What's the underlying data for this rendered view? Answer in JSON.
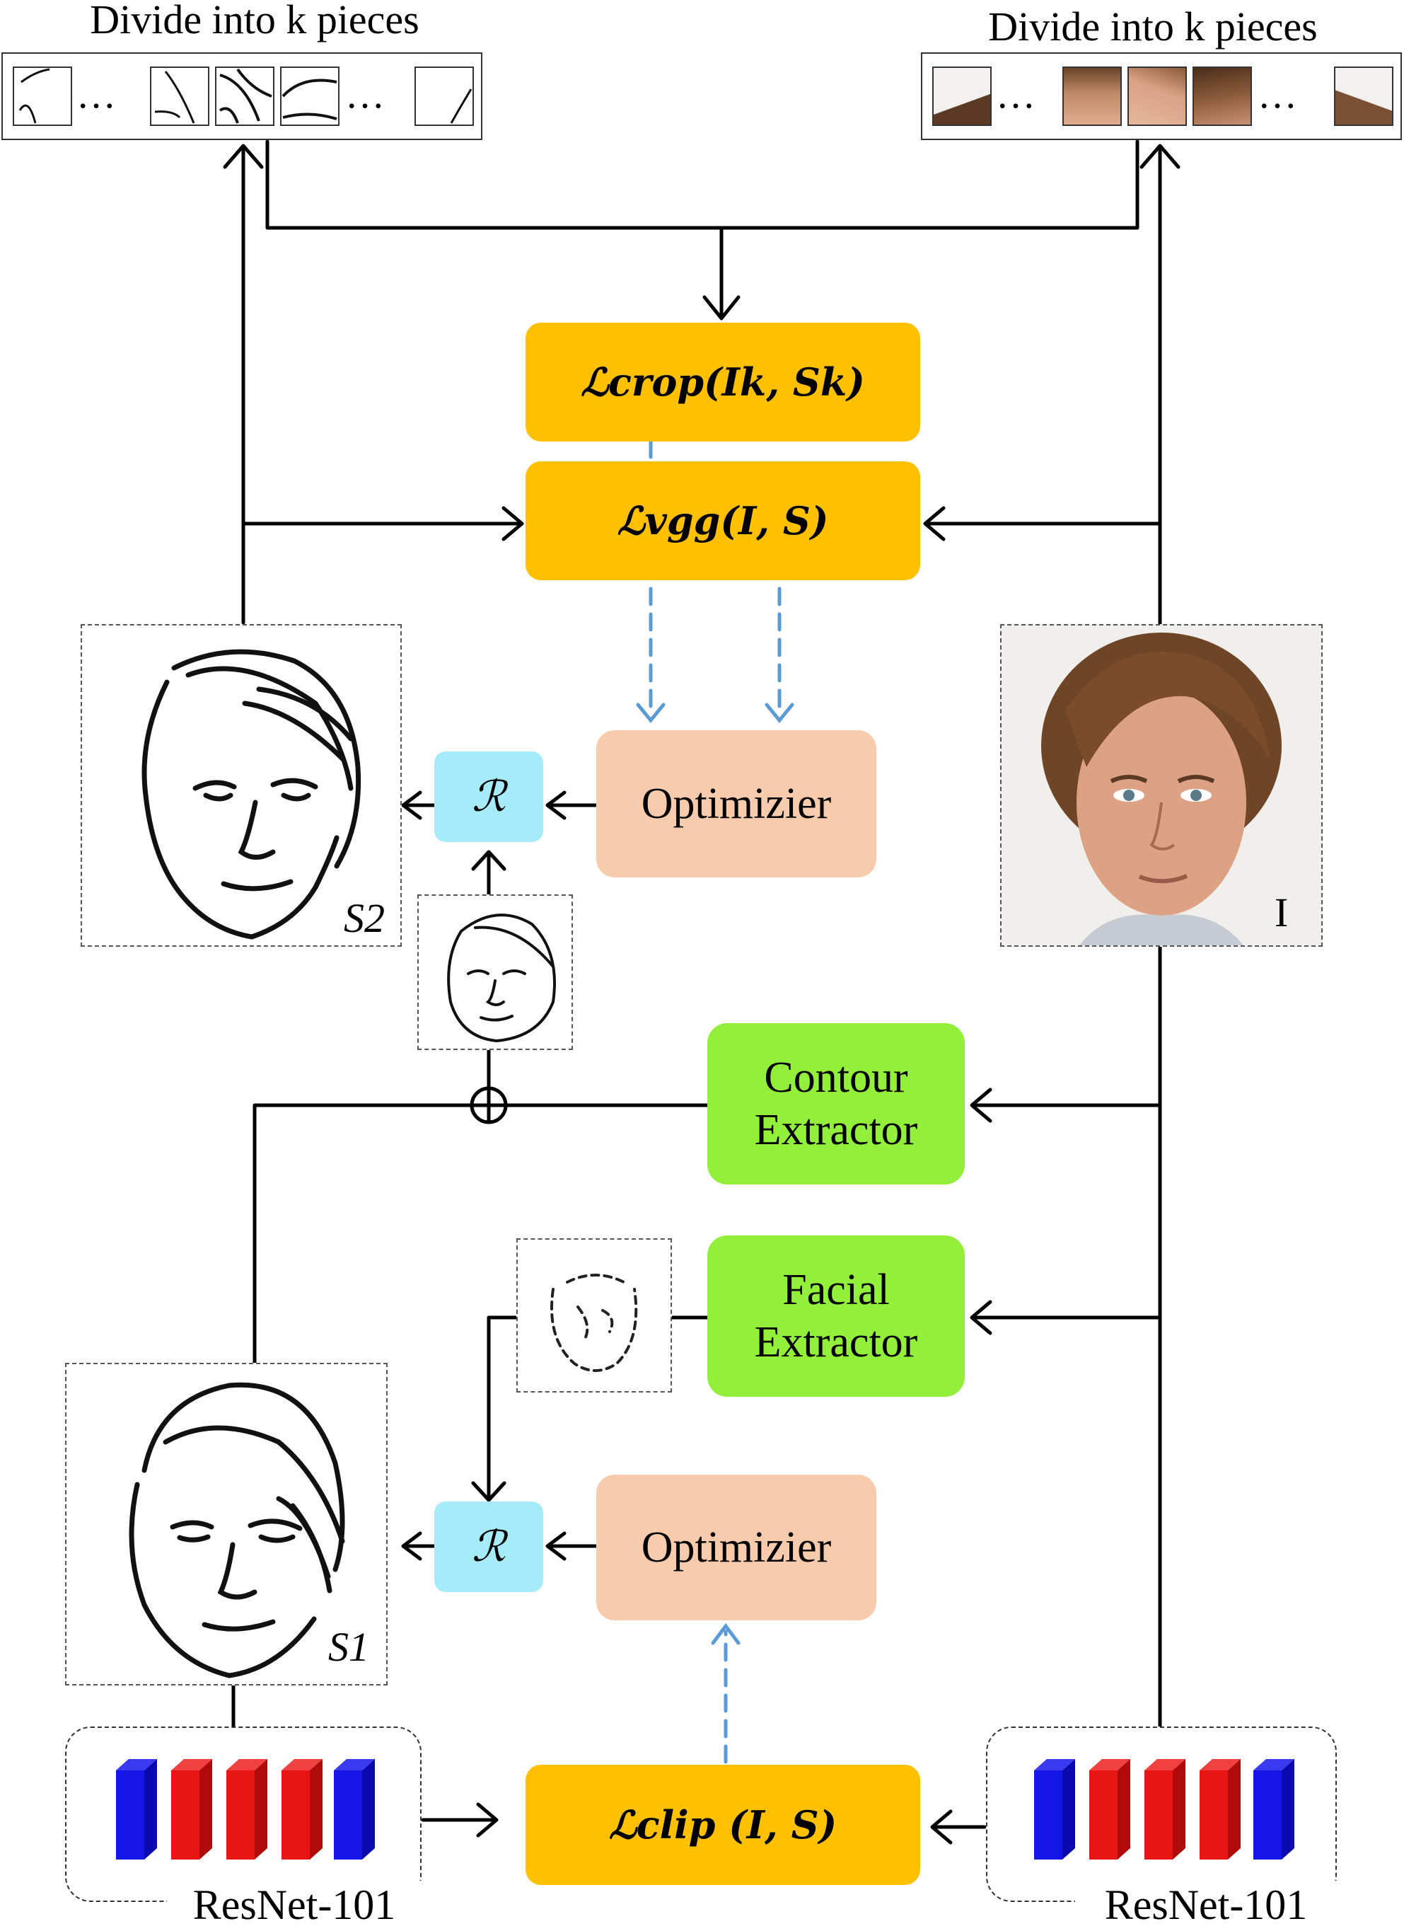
{
  "top_left_label": "Divide into k pieces",
  "top_right_label": "Divide into k pieces",
  "loss_crop": "ℒcrop(Ik, Sk)",
  "loss_vgg": "ℒvgg(I, S)",
  "loss_clip": "ℒclip (I, S)",
  "optimizer_top": "Optimizier",
  "optimizer_bottom": "Optimizier",
  "renderer_symbol": "ℛ",
  "contour_extractor": [
    "Contour",
    "Extractor"
  ],
  "facial_extractor": [
    "Facial",
    "Extractor"
  ],
  "sketch_s2_label": "S2",
  "sketch_s1_label": "S1",
  "image_label": "I",
  "resnet_left": "ResNet-101",
  "resnet_right": "ResNet-101",
  "ellipsis": "…",
  "colors": {
    "loss_box": "#FFC000",
    "optimizer_box": "#F8CBAD",
    "extractor_box": "#92F03A",
    "renderer_box": "#A6EBFA",
    "gradient_arrow": "#5B9BD5",
    "resnet_blue": "#1010E0",
    "resnet_red": "#E01010"
  }
}
